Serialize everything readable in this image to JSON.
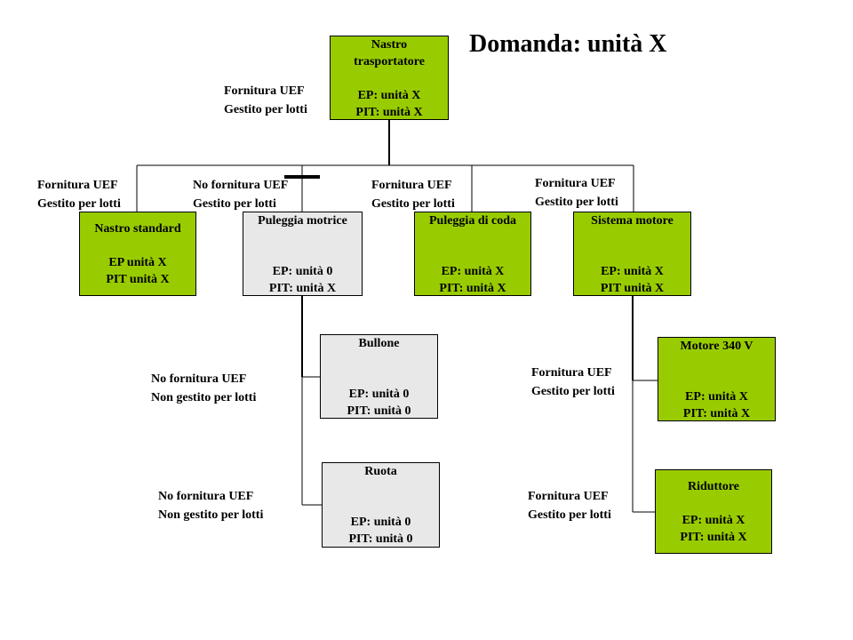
{
  "title": "Domanda: unità X",
  "colors": {
    "supplied": "#99cc00",
    "not_supplied": "#e8e8e8",
    "line": "#000000"
  },
  "nodes": {
    "root": {
      "name_1": "Nastro",
      "name_2": "trasportatore",
      "ep": "EP: unità X",
      "pit": "PIT: unità X"
    },
    "nastro": {
      "name": "Nastro standard",
      "ep": "EP unità X",
      "pit": "PIT unità X"
    },
    "puleggia_motrice": {
      "name": "Puleggia motrice",
      "ep": "EP: unità 0",
      "pit": "PIT: unità X"
    },
    "puleggia_coda": {
      "name": "Puleggia di coda",
      "ep": "EP: unità X",
      "pit": "PIT: unità X"
    },
    "sistema_motore": {
      "name": "Sistema motore",
      "ep": "EP: unità X",
      "pit": "PIT unità X"
    },
    "bullone": {
      "name": "Bullone",
      "ep": "EP: unità 0",
      "pit": "PIT: unità 0"
    },
    "ruota": {
      "name": "Ruota",
      "ep": "EP: unità 0",
      "pit": "PIT: unità 0"
    },
    "motore": {
      "name": "Motore 340 V",
      "ep": "EP: unità X",
      "pit": "PIT: unità X"
    },
    "riduttore": {
      "name": "Riduttore",
      "ep": "EP: unità X",
      "pit": "PIT: unità X"
    }
  },
  "labels": {
    "root": {
      "l1": "Fornitura  UEF",
      "l2": "Gestito per lotti"
    },
    "nastro": {
      "l1": "Fornitura  UEF",
      "l2": "Gestito per lotti"
    },
    "puleggia_motrice": {
      "l1": "No fornitura  UEF",
      "l2": "Gestito per lotti"
    },
    "puleggia_coda": {
      "l1": "Fornitura  UEF",
      "l2": "Gestito per lotti"
    },
    "sistema_motore": {
      "l1": "Fornitura  UEF",
      "l2": "Gestito per lotti"
    },
    "bullone": {
      "l1": "No fornitura  UEF",
      "l2": "Non gestito per lotti"
    },
    "ruota": {
      "l1": "No fornitura  UEF",
      "l2": "Non gestito per lotti"
    },
    "motore": {
      "l1": "Fornitura  UEF",
      "l2": "Gestito per lotti"
    },
    "riduttore": {
      "l1": "Fornitura  UEF",
      "l2": "Gestito per lotti"
    }
  }
}
